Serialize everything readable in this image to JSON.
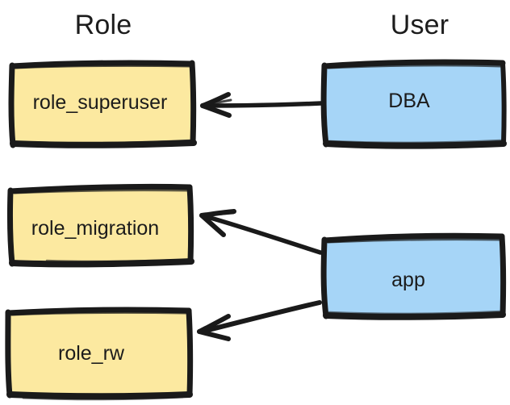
{
  "diagram": {
    "title": "Role to User assignment diagram",
    "style": "hand-drawn",
    "background": "#ffffff",
    "columns": [
      {
        "id": "role",
        "header": "Role"
      },
      {
        "id": "user",
        "header": "User"
      }
    ],
    "colors": {
      "role_fill": "#fce9a0",
      "user_fill": "#a6d5f7",
      "stroke": "#1a1a1a",
      "text": "#1b1b1b"
    },
    "nodes": [
      {
        "id": "role_superuser",
        "label": "role_superuser",
        "column": "role",
        "fill": "#fce9a0"
      },
      {
        "id": "role_migration",
        "label": "role_migration",
        "column": "role",
        "fill": "#fce9a0"
      },
      {
        "id": "role_rw",
        "label": "role_rw",
        "column": "role",
        "fill": "#fce9a0"
      },
      {
        "id": "dba",
        "label": "DBA",
        "column": "user",
        "fill": "#a6d5f7"
      },
      {
        "id": "app",
        "label": "app",
        "column": "user",
        "fill": "#a6d5f7"
      }
    ],
    "edges": [
      {
        "id": "dba-to-role-superuser",
        "from": "dba",
        "to": "role_superuser",
        "arrow": "to",
        "label": ""
      },
      {
        "id": "app-to-role-migration",
        "from": "app",
        "to": "role_migration",
        "arrow": "to",
        "label": ""
      },
      {
        "id": "app-to-role-rw",
        "from": "app",
        "to": "role_rw",
        "arrow": "to",
        "label": ""
      }
    ]
  }
}
